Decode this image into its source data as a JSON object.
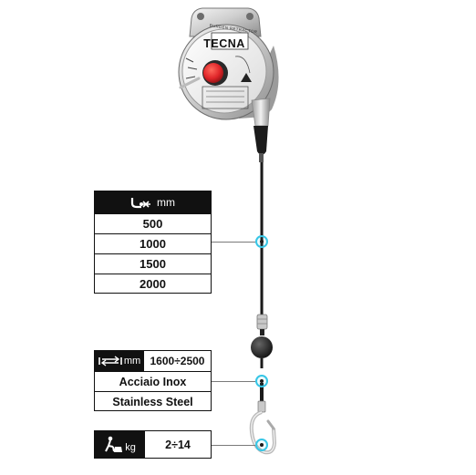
{
  "product": {
    "brand": "TECNA",
    "housing_text": "BURDEN RETRACTOR"
  },
  "stroke_table": {
    "header_icon": "cable-stroke-icon",
    "header_unit": "mm",
    "values": [
      "500",
      "1000",
      "1500",
      "2000"
    ]
  },
  "cable_table": {
    "icon": "length-arrows-icon",
    "unit": "mm",
    "length": "1600÷2500",
    "material_it": "Acciaio Inox",
    "material_en": "Stainless Steel"
  },
  "load_table": {
    "icon": "weight-load-icon",
    "unit": "kg",
    "capacity": "2÷14"
  },
  "colors": {
    "accent_ring": "#37c6e6",
    "table_header": "#111111",
    "knob_red": "#e0262a"
  }
}
